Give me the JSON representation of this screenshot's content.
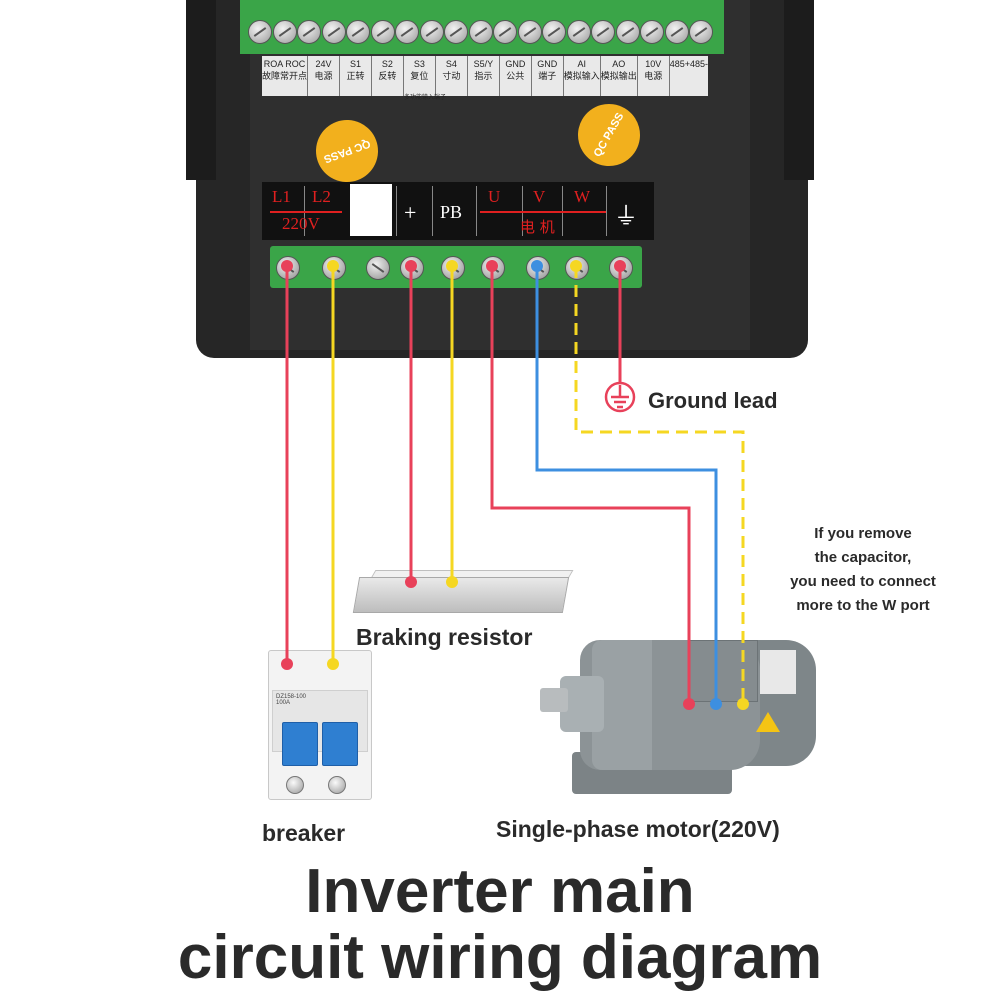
{
  "control_terminals": {
    "labels": [
      {
        "top": "ROA  ROC",
        "cn": "故障常开点"
      },
      {
        "top": "24V",
        "cn": "电源"
      },
      {
        "top": "S1",
        "cn": "正转"
      },
      {
        "top": "S2",
        "cn": "反转"
      },
      {
        "top": "S3",
        "cn": "复位"
      },
      {
        "top": "S4",
        "cn": "寸动"
      },
      {
        "top": "S5/Y",
        "cn": "指示"
      },
      {
        "top": "GND",
        "cn": "公共"
      },
      {
        "top": "GND",
        "cn": "端子"
      },
      {
        "top": "AI",
        "cn": "模拟输入"
      },
      {
        "top": "AO",
        "cn": "模拟输出"
      },
      {
        "top": "10V",
        "cn": "电源"
      },
      {
        "top": "485+485-",
        "cn": ""
      }
    ],
    "footer": "多功能输入端子"
  },
  "stickers": {
    "left": "QC PASS",
    "right": "QC PASS"
  },
  "power_terminals": {
    "l1": "L1",
    "l2": "L2",
    "voltage": "220V",
    "plus": "+",
    "pb": "PB",
    "u": "U",
    "v": "V",
    "w": "W",
    "motor_cn": "电  机",
    "ground_symbol": "⏚"
  },
  "labels": {
    "ground": "Ground lead",
    "note_lines": [
      "If you remove",
      "the capacitor,",
      "you need to connect",
      "more to the W port"
    ],
    "braking_resistor": "Braking resistor",
    "breaker": "breaker",
    "motor": "Single-phase motor(220V)",
    "title_line1": "Inverter main",
    "title_line2": "circuit wiring diagram"
  },
  "breaker_text": "DZ158-100",
  "breaker_text2": "100A",
  "colors": {
    "red_wire": "#e8415a",
    "yellow_wire": "#f5d722",
    "blue_wire": "#3d8fe0",
    "terminal_green": "#3aa548",
    "housing": "#262626",
    "sticker": "#f2b01d"
  }
}
